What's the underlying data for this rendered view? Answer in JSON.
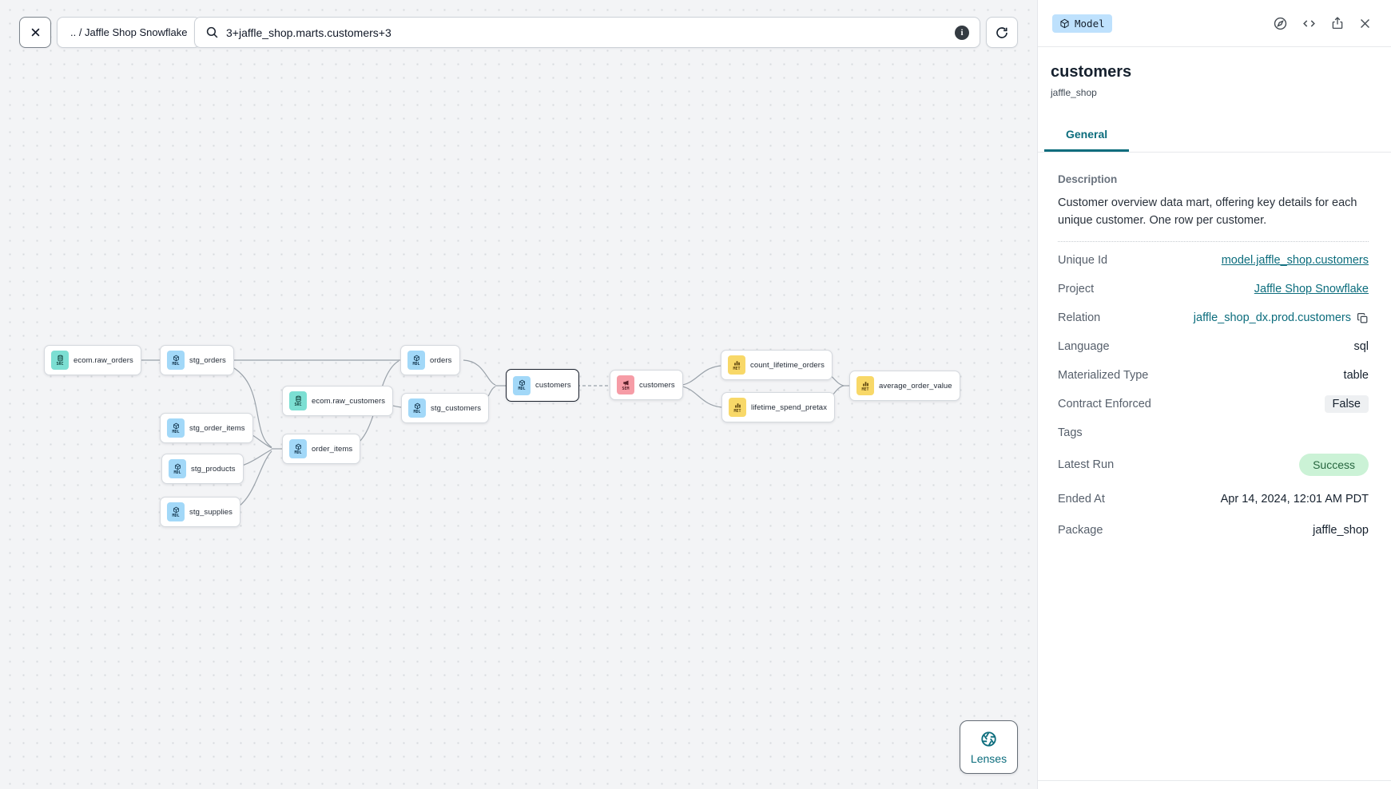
{
  "toolbar": {
    "breadcrumb": ".. / Jaffle Shop Snowflake",
    "search_value": "3+jaffle_shop.marts.customers+3"
  },
  "panel": {
    "badge": "Model",
    "title": "customers",
    "subtitle": "jaffle_shop",
    "tabs": [
      {
        "label": "General"
      }
    ],
    "description_label": "Description",
    "description": "Customer overview data mart, offering key details for each unique customer. One row per customer.",
    "rows": [
      {
        "label": "Unique Id",
        "value": "model.jaffle_shop.customers",
        "style": "link"
      },
      {
        "label": "Project",
        "value": "Jaffle Shop Snowflake",
        "style": "link"
      },
      {
        "label": "Relation",
        "value": "jaffle_shop_dx.prod.customers",
        "style": "teal-copy"
      },
      {
        "label": "Language",
        "value": "sql"
      },
      {
        "label": "Materialized Type",
        "value": "table"
      },
      {
        "label": "Contract Enforced",
        "value": "False",
        "style": "pill-gray"
      },
      {
        "label": "Tags",
        "value": ""
      },
      {
        "label": "Latest Run",
        "value": "Success",
        "style": "pill-green"
      },
      {
        "label": "Ended At",
        "value": "Apr 14, 2024, 12:01 AM PDT"
      },
      {
        "label": "Package",
        "value": "jaffle_shop"
      }
    ]
  },
  "graph": {
    "nodes": [
      {
        "id": "ecom.raw_orders",
        "label": "ecom.raw_orders",
        "badge": "SRC",
        "type": "source"
      },
      {
        "id": "stg_orders",
        "label": "stg_orders",
        "badge": "MDL",
        "type": "model"
      },
      {
        "id": "ecom.raw_customers",
        "label": "ecom.raw_customers",
        "badge": "SRC",
        "type": "source"
      },
      {
        "id": "stg_order_items",
        "label": "stg_order_items",
        "badge": "MDL",
        "type": "model"
      },
      {
        "id": "stg_products",
        "label": "stg_products",
        "badge": "MDL",
        "type": "model"
      },
      {
        "id": "stg_supplies",
        "label": "stg_supplies",
        "badge": "MDL",
        "type": "model"
      },
      {
        "id": "order_items",
        "label": "order_items",
        "badge": "MDL",
        "type": "model"
      },
      {
        "id": "orders",
        "label": "orders",
        "badge": "MDL",
        "type": "model"
      },
      {
        "id": "stg_customers",
        "label": "stg_customers",
        "badge": "MDL",
        "type": "model"
      },
      {
        "id": "customers",
        "label": "customers",
        "badge": "MDL",
        "type": "model",
        "selected": true
      },
      {
        "id": "customers_semantic",
        "label": "customers",
        "badge": "SEM",
        "type": "semantic_model"
      },
      {
        "id": "count_lifetime_orders",
        "label": "count_lifetime_orders",
        "badge": "MET",
        "type": "metric"
      },
      {
        "id": "lifetime_spend_pretax",
        "label": "lifetime_spend_pretax",
        "badge": "MET",
        "type": "metric"
      },
      {
        "id": "average_order_value",
        "label": "average_order_value",
        "badge": "MET",
        "type": "metric"
      }
    ],
    "edges": [
      [
        "ecom.raw_orders",
        "stg_orders"
      ],
      [
        "stg_orders",
        "orders"
      ],
      [
        "stg_orders",
        "order_items"
      ],
      [
        "stg_order_items",
        "order_items"
      ],
      [
        "stg_products",
        "order_items"
      ],
      [
        "stg_supplies",
        "order_items"
      ],
      [
        "ecom.raw_customers",
        "stg_customers"
      ],
      [
        "order_items",
        "orders"
      ],
      [
        "orders",
        "customers"
      ],
      [
        "stg_customers",
        "customers"
      ],
      [
        "customers",
        "customers_semantic"
      ],
      [
        "customers_semantic",
        "count_lifetime_orders"
      ],
      [
        "customers_semantic",
        "lifetime_spend_pretax"
      ],
      [
        "count_lifetime_orders",
        "average_order_value"
      ],
      [
        "lifetime_spend_pretax",
        "average_order_value"
      ]
    ]
  },
  "lenses": {
    "label": "Lenses"
  },
  "icons": {
    "close": "x",
    "search": "magnifier",
    "info": "i",
    "refresh": "circular-arrow",
    "explore": "compass",
    "code": "angle-brackets",
    "share": "box-arrow-up",
    "copy": "two-squares",
    "lenses": "aperture",
    "model": "cube",
    "src_badge": "database-cylinder",
    "mdl_badge": "cube",
    "sem_badge": "megaphone",
    "met_badge": "bar-chart"
  },
  "colors": {
    "accent_teal": "#0c6d7d",
    "badge_src": "#7cdfd3",
    "badge_mdl": "#a2d8f8",
    "badge_sem": "#f69ca6",
    "badge_met": "#f8d868",
    "model_badge_bg": "#bee1fd",
    "success_bg": "#cbf2d6",
    "success_text": "#27663f",
    "canvas_bg": "#f3f4f6"
  }
}
